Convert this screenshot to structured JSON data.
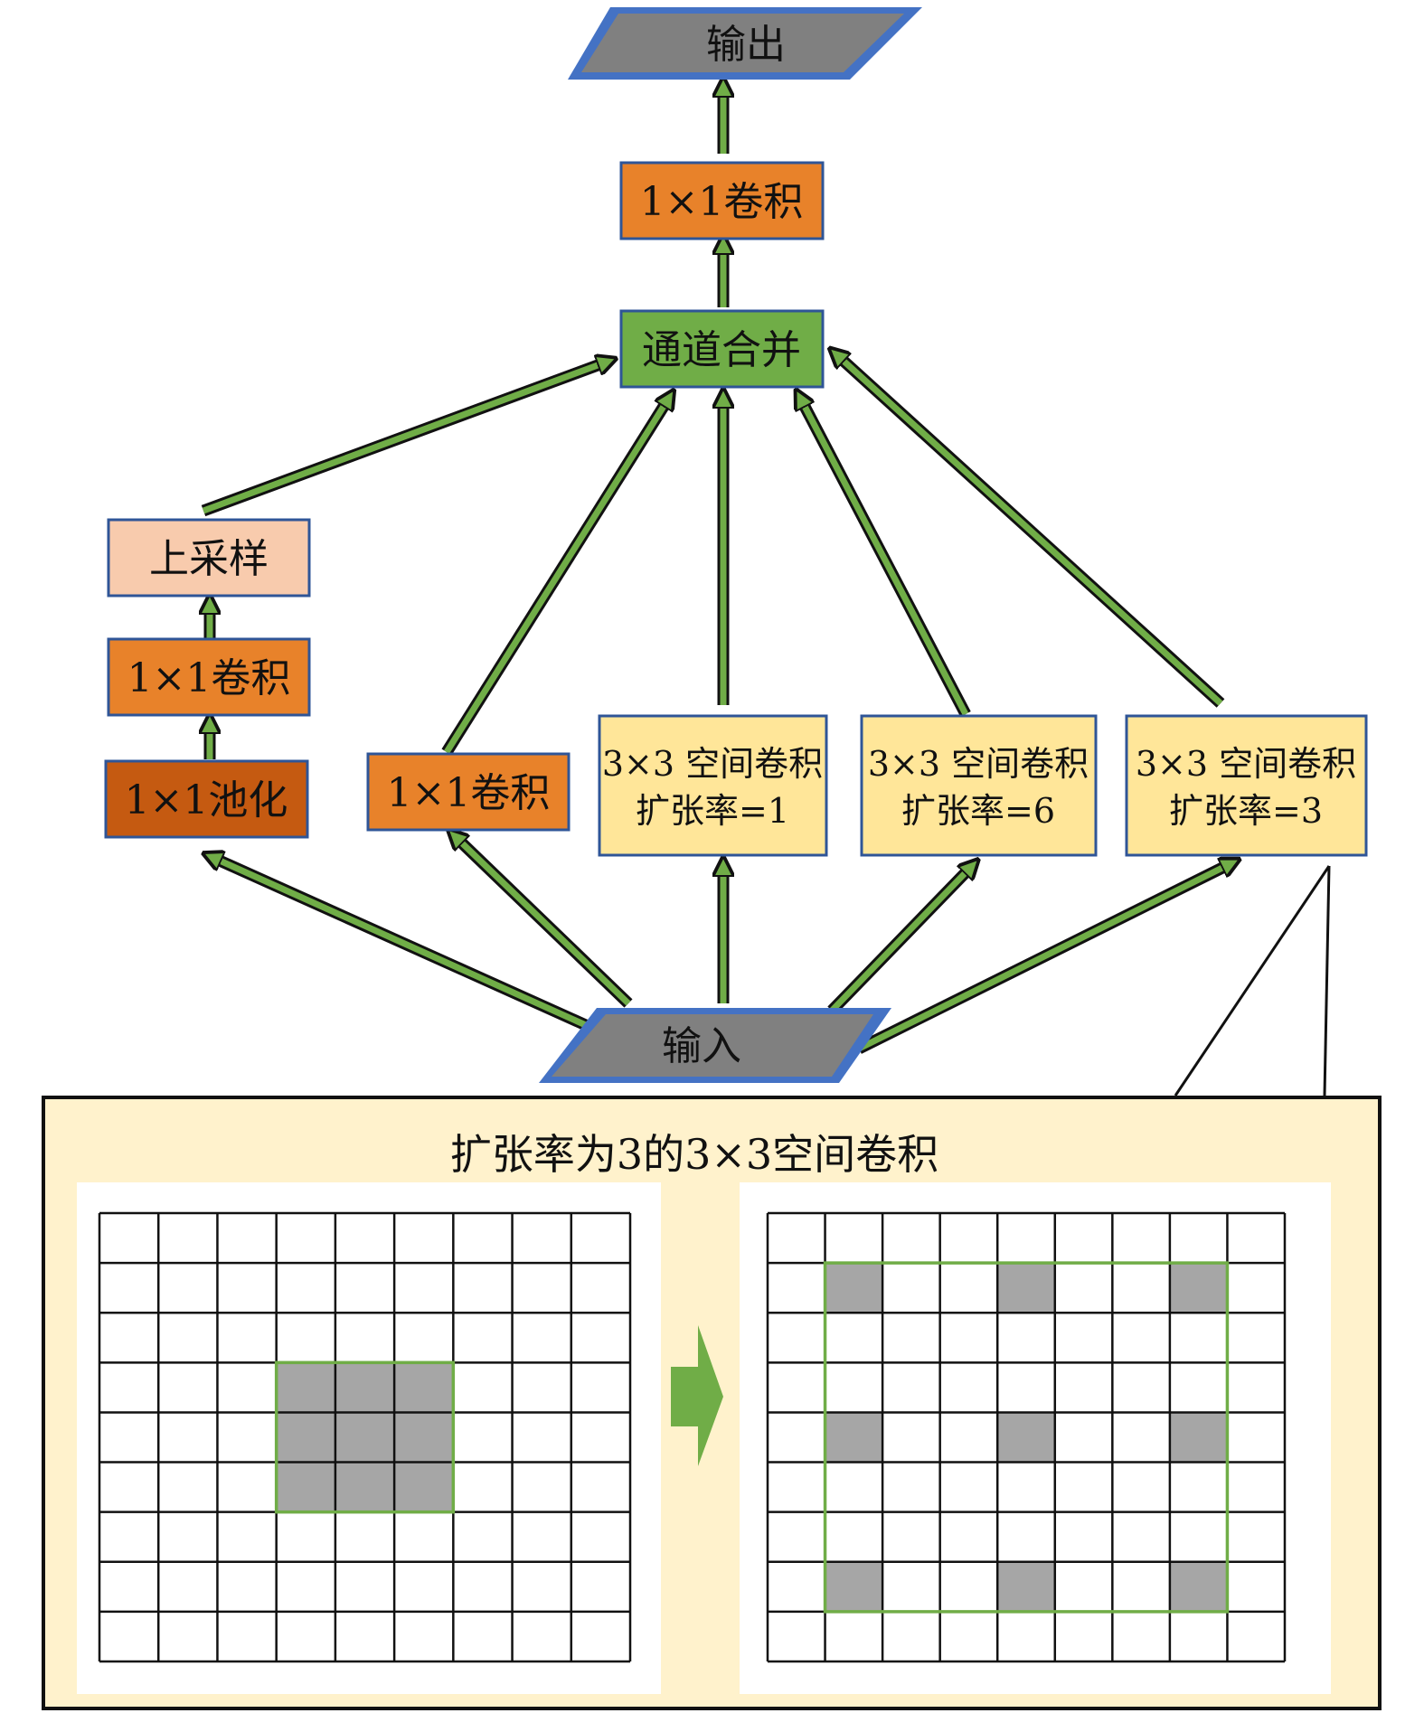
{
  "diagram": {
    "output_label": "输出",
    "input_label": "输入",
    "conv_top_label": "1×1卷积",
    "concat_label": "通道合并",
    "upsample_label": "上采样",
    "conv_left_label": "1×1卷积",
    "pool_label": "1×1池化",
    "conv_mid_label": "1×1卷积",
    "atrous1_line1": "3×3 空间卷积",
    "atrous1_line2": "扩张率=1",
    "atrous6_line1": "3×3 空间卷积",
    "atrous6_line2": "扩张率=6",
    "atrous3_line1": "3×3 空间卷积",
    "atrous3_line2": "扩张率=3"
  },
  "detail": {
    "title": "扩张率为3的3×3空间卷积",
    "grid_size": 9,
    "standard_kernel_cells": [
      [
        3,
        3
      ],
      [
        3,
        4
      ],
      [
        3,
        5
      ],
      [
        4,
        3
      ],
      [
        4,
        4
      ],
      [
        4,
        5
      ],
      [
        5,
        3
      ],
      [
        5,
        4
      ],
      [
        5,
        5
      ]
    ],
    "dilated_kernel_cells": [
      [
        1,
        1
      ],
      [
        1,
        4
      ],
      [
        1,
        7
      ],
      [
        4,
        1
      ],
      [
        4,
        4
      ],
      [
        4,
        7
      ],
      [
        7,
        1
      ],
      [
        7,
        4
      ],
      [
        7,
        7
      ]
    ]
  },
  "colors": {
    "parallelogram_fill": "#808080",
    "parallelogram_border": "#4472C4",
    "orange": "#E8822A",
    "dark_orange": "#C55A11",
    "concat_green": "#70AD47",
    "peach": "#F8CBAD",
    "light_yellow": "#FFE699",
    "panel_bg": "#FFF2CC",
    "arrow_green": "#70AD47",
    "cell_gray": "#A6A6A6",
    "box_border": "#2F5597"
  }
}
